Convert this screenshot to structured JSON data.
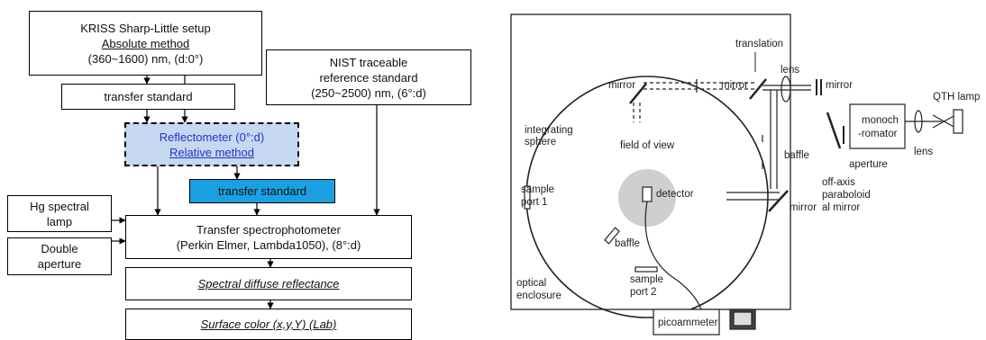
{
  "left_flowchart": {
    "kriss_box": {
      "line1": "KRISS Sharp-Little setup",
      "line2": "Absolute method",
      "line3": "(360~1600)  nm, (d:0°)"
    },
    "transfer_standard_top": "transfer standard",
    "nist_box": {
      "line1": "NIST traceable",
      "line2": "reference standard",
      "line3": "(250~2500)  nm, (6°:d)"
    },
    "reflectometer_box": {
      "line1": "Reflectometer (0°:d)",
      "line2": "Relative method"
    },
    "transfer_standard_blue": "transfer standard",
    "hg_lamp_box": {
      "line1": "Hg spectral",
      "line2": "lamp"
    },
    "double_aperture_box": {
      "line1": "Double",
      "line2": "aperture"
    },
    "spectrophotometer_box": {
      "line1": "Transfer  spectrophotometer",
      "line2": "(Perkin Elmer, Lambda1050),  (8°:d)"
    },
    "spectral_box": "Spectral diffuse reflectance",
    "surface_box": "Surface color (x,y,Y) (Lab)",
    "colors": {
      "reflectometer_fill": "#c6d8f0",
      "blue_box_fill": "#1a9fe3",
      "text_blue": "#1f35c9"
    }
  },
  "right_schematic": {
    "labels": {
      "translation": "translation",
      "mirror_top_left": "mirror",
      "mirror_top_mid": "mirror",
      "lens_top": "lens",
      "mirror_right": "mirror",
      "qth_lamp": "QTH lamp",
      "monochromator_l1": "monoch",
      "monochromator_l2": "-romator",
      "lens_right": "lens",
      "integrating_l1": "integrating",
      "integrating_l2": "sphere",
      "field_of_view": "field of view",
      "baffle_right": "baffle",
      "aperture": "aperture",
      "off_axis_l1": "off-axis",
      "off_axis_l2": "paraboloid",
      "off_axis_l3": "al mirror",
      "sample_port1_l1": "sample",
      "sample_port1_l2": "port 1",
      "detector": "detector",
      "mirror_lower": "mirror",
      "baffle_inner": "baffle",
      "sample_port2_l1": "sample",
      "sample_port2_l2": "port 2",
      "optical_l1": "optical",
      "optical_l2": "enclosure",
      "picoammeter": "picoammeter"
    }
  }
}
